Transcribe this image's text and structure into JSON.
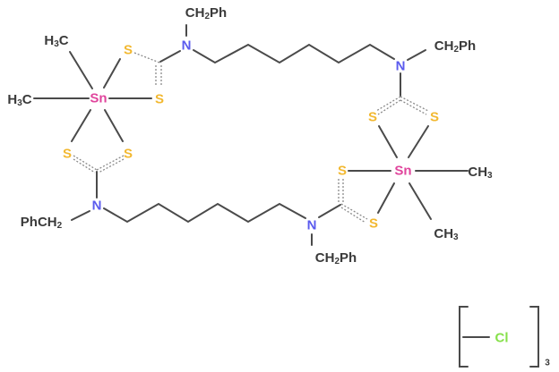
{
  "atoms": {
    "sn": "Sn",
    "s": "S",
    "n": "N",
    "cl": "Cl"
  },
  "groups": {
    "ch2ph": {
      "a": "CH",
      "sub": "2",
      "b": "Ph"
    },
    "phch2": {
      "a": "PhCH",
      "sub": "2"
    },
    "h3c": {
      "a": "H",
      "sub": "3",
      "b": "C"
    },
    "ch3": {
      "a": "CH",
      "sub": "3"
    }
  },
  "counter_ion_multiplier": "3",
  "colors": {
    "Sn": "#e0449c",
    "S": "#f2b830",
    "N": "#5a5aee",
    "Cl": "#86e04a",
    "bond": "#4a4a4a"
  }
}
